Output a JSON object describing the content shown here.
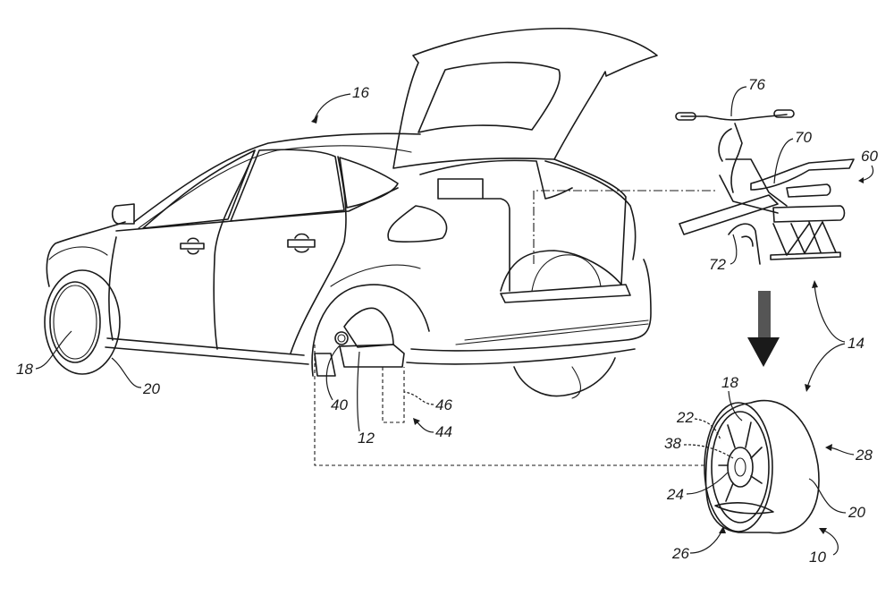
{
  "figure": {
    "type": "patent-drawing",
    "description": "Vehicle with removable wheel converted into a self-balancing mobility device",
    "arrow_color": "#1a1a1a",
    "line_color": "#1a1a1a",
    "background": "#ffffff"
  },
  "refs": {
    "r16": "16",
    "r18_car": "18",
    "r20_car": "20",
    "r40": "40",
    "r12": "12",
    "r46": "46",
    "r44": "44",
    "r76": "76",
    "r70": "70",
    "r60": "60",
    "r72": "72",
    "r14": "14",
    "r18_wheel": "18",
    "r22": "22",
    "r38": "38",
    "r24": "24",
    "r28": "28",
    "r20_wheel": "20",
    "r26": "26",
    "r10": "10"
  }
}
